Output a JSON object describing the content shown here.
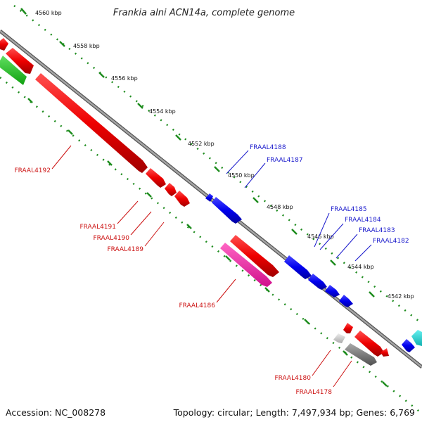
{
  "title": "Frankia alni ACN14a, complete genome",
  "accession_text": "Accession: NC_008278",
  "topology_text": "Topology: circular; Length: 7,497,934 bp; Genes: 6,769",
  "colors": {
    "forward_label": "#1a1acc",
    "reverse_label": "#cc1111",
    "backbone": "#8c8c8c",
    "tick": "#1e8c1e"
  },
  "scale": {
    "labels": [
      "4560 kbp",
      "4558 kbp",
      "4556 kbp",
      "4554 kbp",
      "4552 kbp",
      "4550 kbp",
      "4548 kbp",
      "4546 kbp",
      "4544 kbp",
      "4542 kbp"
    ]
  },
  "gene_labels": {
    "forward": [
      "FRAAL4188",
      "FRAAL4187",
      "FRAAL4185",
      "FRAAL4184",
      "FRAAL4183",
      "FRAAL4182"
    ],
    "reverse": [
      "FRAAL4192",
      "FRAAL4191",
      "FRAAL4190",
      "FRAAL4189",
      "FRAAL4186",
      "FRAAL4180",
      "FRAAL4178"
    ]
  }
}
